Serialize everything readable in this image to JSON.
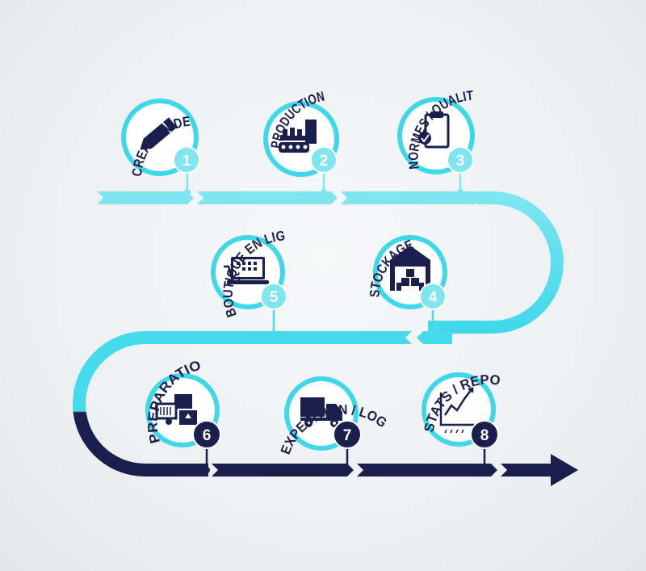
{
  "colors": {
    "row1": "#7fe6f0",
    "row2": "#56e0ee",
    "row3": "#1b1f4e",
    "ring": "#3fd8ea",
    "icon": "#1b1f4e",
    "badge_light": "#7fe6f0",
    "badge_dark": "#1b1f4e"
  },
  "steps": [
    {
      "number": "1",
      "label": "CREATION DE L'OFFRE",
      "icon": "pencil-icon"
    },
    {
      "number": "2",
      "label": "PRODUCTION",
      "icon": "factory-icon"
    },
    {
      "number": "3",
      "label": "NORMES / QUALITE",
      "icon": "clipboard-check-icon"
    },
    {
      "number": "4",
      "label": "STOCKAGE",
      "icon": "warehouse-icon"
    },
    {
      "number": "5",
      "label": "BOUTIQUE EN LIGNE",
      "icon": "laptop-cart-icon"
    },
    {
      "number": "6",
      "label": "PREPARATION",
      "icon": "packing-icon"
    },
    {
      "number": "7",
      "label": "EXPEDITION / LOGISTIQUE",
      "icon": "truck-icon"
    },
    {
      "number": "8",
      "label": "STATS / REPORTING",
      "icon": "chart-icon"
    }
  ]
}
